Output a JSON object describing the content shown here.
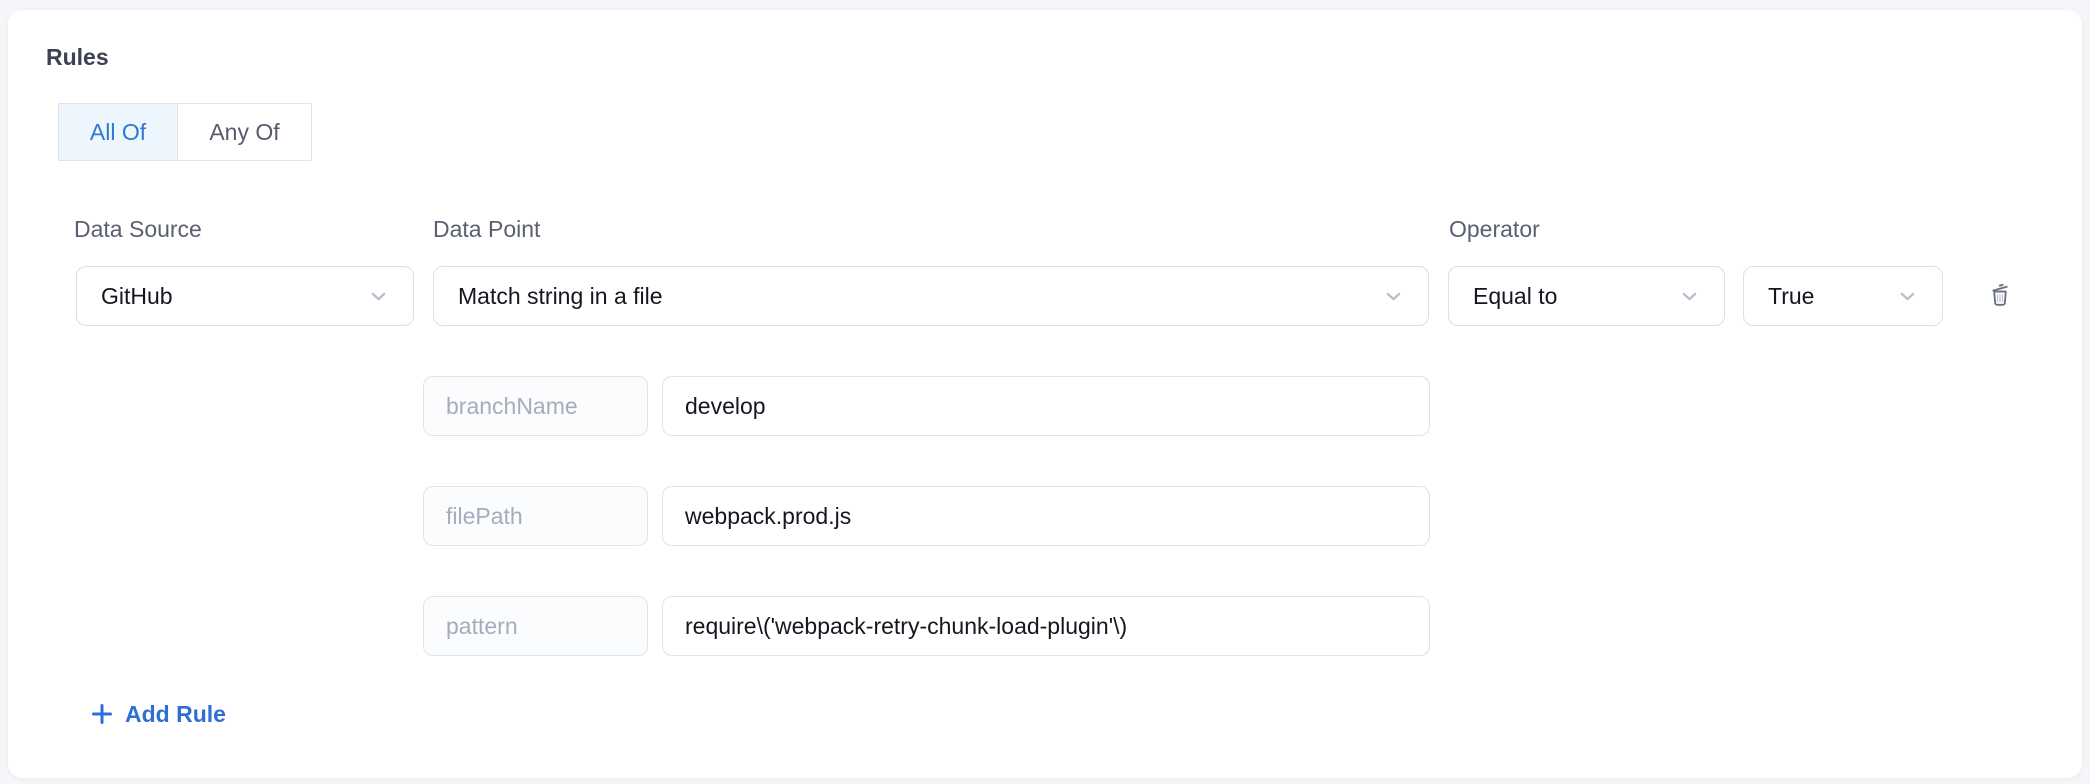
{
  "rules": {
    "title": "Rules",
    "match_mode": {
      "options": [
        "All Of",
        "Any Of"
      ],
      "selected": "All Of"
    },
    "rule": {
      "data_source": {
        "label": "Data Source",
        "value": "GitHub"
      },
      "data_point": {
        "label": "Data Point",
        "value": "Match string in a file"
      },
      "operator": {
        "label": "Operator",
        "value": "Equal to"
      },
      "operator_value": "True",
      "params": [
        {
          "key": "branchName",
          "value": "develop"
        },
        {
          "key": "filePath",
          "value": "webpack.prod.js"
        },
        {
          "key": "pattern",
          "value": "require\\('webpack-retry-chunk-load-plugin'\\)"
        }
      ]
    },
    "add_rule_label": "Add Rule"
  },
  "icons": {
    "dropdown": "chevron-down-icon",
    "delete_rule": "trash-icon",
    "add_rule": "plus-icon"
  },
  "colors": {
    "accent_blue": "#2e6fd6",
    "toggle_active_bg": "#edf6fd",
    "toggle_active_text": "#2f78d0",
    "label_text": "#5a5f72",
    "control_text": "#15161f",
    "placeholder_text": "#a8abbc",
    "border": "#dcdfea",
    "page_background": "#f4f6f9",
    "card_background": "#ffffff",
    "trash_icon": "#6a7088"
  }
}
